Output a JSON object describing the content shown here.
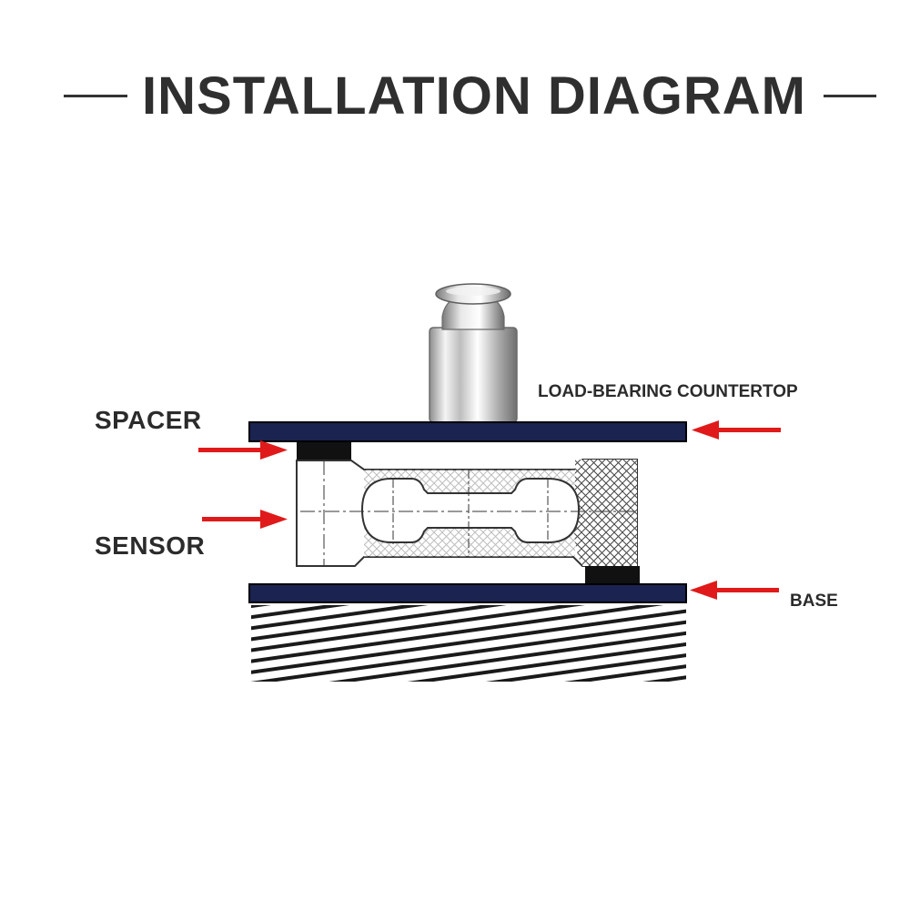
{
  "title": "INSTALLATION DIAGRAM",
  "labels": {
    "spacer": "SPACER",
    "sensor": "SENSOR",
    "countertop": "LOAD-BEARING COUNTERTOP",
    "base": "BASE"
  },
  "colors": {
    "plate": "#1b2350",
    "arrow": "#e01a1a",
    "spacer": "#111111",
    "text": "#2f2f2f"
  },
  "icons": [
    "calibration-weight-icon",
    "arrow-right-icon",
    "arrow-left-icon"
  ]
}
